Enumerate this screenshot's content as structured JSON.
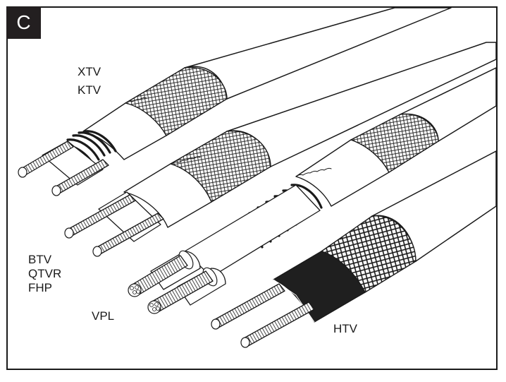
{
  "figure": {
    "badge": "C",
    "labels": {
      "xtv": "XTV",
      "ktv": "KTV",
      "btv": "BTV",
      "qtvr": "QTVR",
      "fhp": "FHP",
      "vpl": "VPL",
      "htv": "HTV"
    }
  },
  "colors": {
    "outline": "#1a1a1a",
    "jacket": "#ffffff",
    "core_black": "#1f1f1f",
    "badge_bg": "#231f20"
  }
}
